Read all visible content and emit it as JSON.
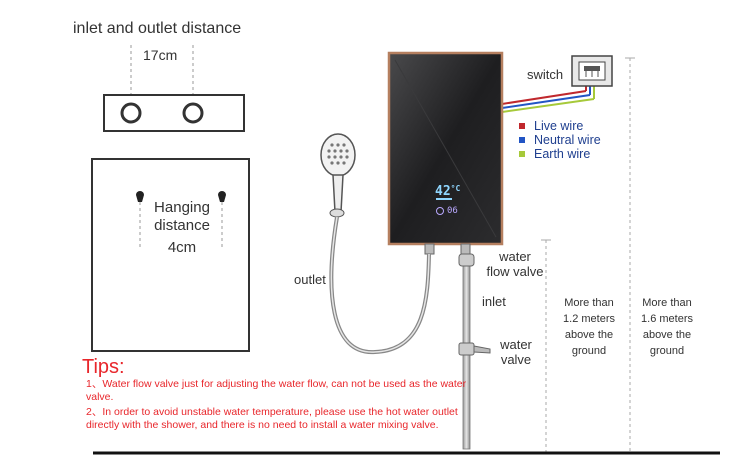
{
  "diagram": {
    "inlet_outlet_title": "inlet and outlet distance",
    "inlet_outlet_distance": "17cm",
    "hanging_label": "Hanging\ndistance",
    "hanging_distance": "4cm",
    "display": {
      "temperature": "42",
      "unit": "°C",
      "mode": "06"
    },
    "switch_label": "switch",
    "wires": [
      {
        "label": "Live wire",
        "color": "#c0282d"
      },
      {
        "label": "Neutral wire",
        "color": "#2255c4"
      },
      {
        "label": "Earth wire",
        "color": "#a6c93a"
      }
    ],
    "outlet_label": "outlet",
    "water_flow_valve_label": "water\nflow valve",
    "inlet_label": "inlet",
    "water_valve_label": "water\nvalve",
    "height_1": "More than\n1.2 meters\nabove the\nground",
    "height_2": "More than\n1.6 meters\nabove the\nground"
  },
  "tips": {
    "title": "Tips:",
    "items": [
      "1、Water flow valve just for adjusting the water flow, can not be used as the water valve.",
      "2、In order to avoid unstable water temperature, please use the hot water outlet directly with the shower, and there is no need to install a water mixing valve."
    ]
  },
  "colors": {
    "tips_red": "#e8262b",
    "heater_body": "#2b2b2d",
    "heater_border": "#b57f5f"
  }
}
